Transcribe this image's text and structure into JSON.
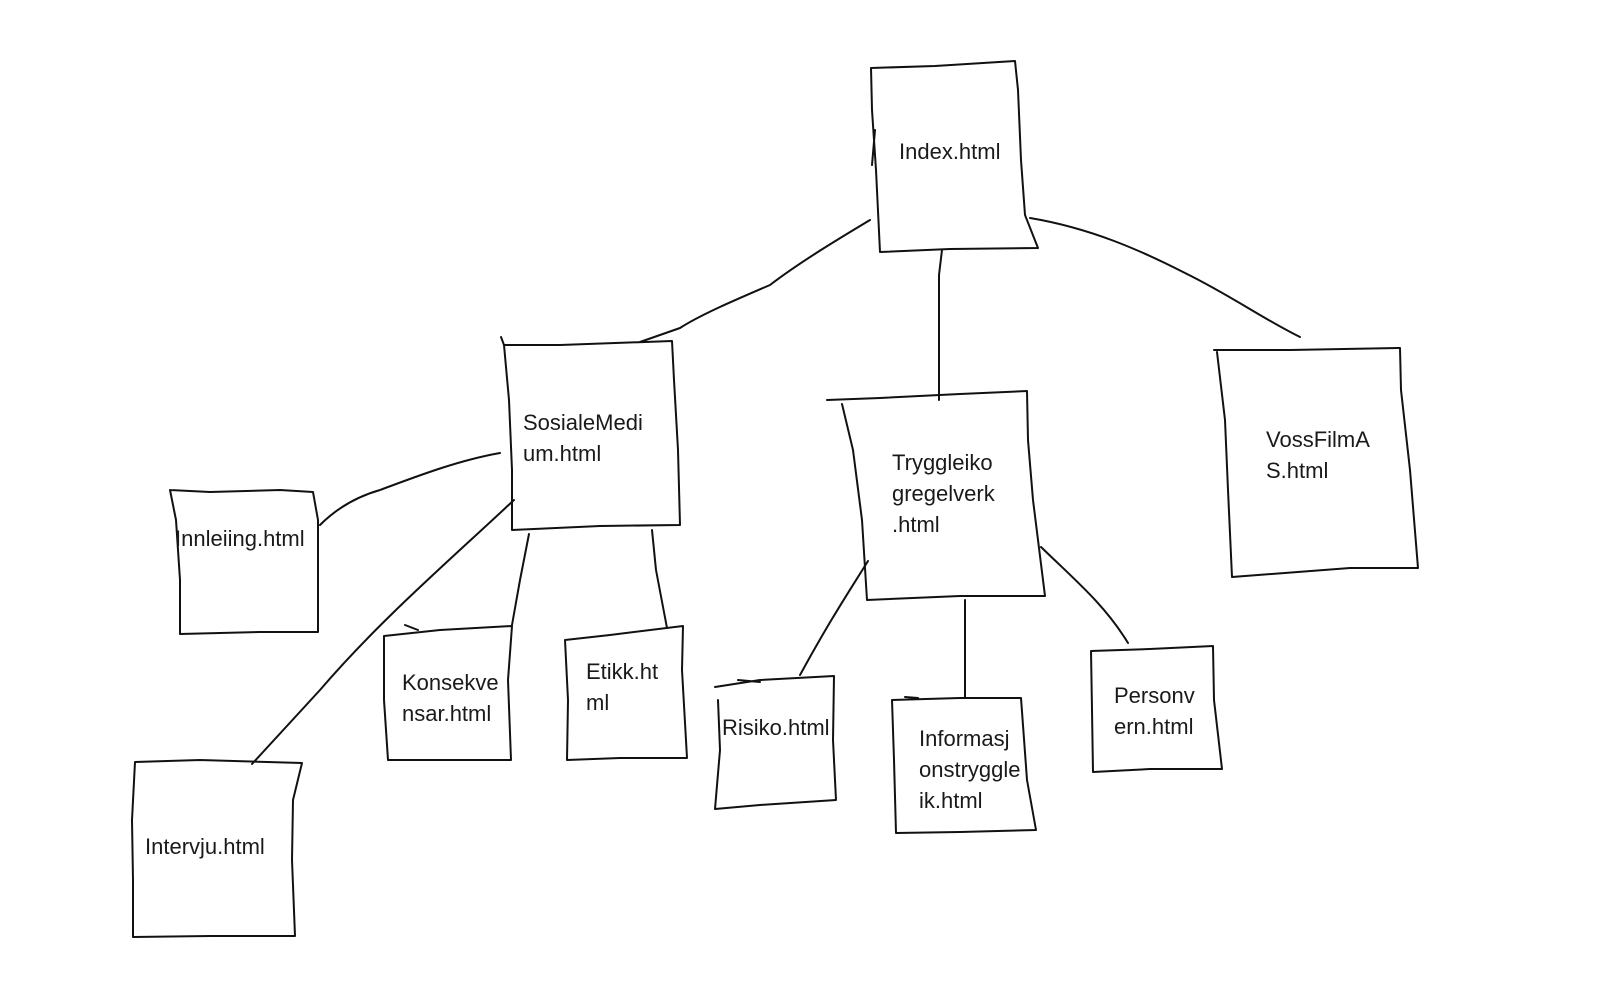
{
  "diagram": {
    "nodes": [
      {
        "id": "index",
        "label": "Index.html"
      },
      {
        "id": "sosiale",
        "label": "SosialeMedi\num.html"
      },
      {
        "id": "trygg",
        "label": "Tryggleiko\ngregelverk\n.html"
      },
      {
        "id": "voss",
        "label": "VossFilmA\nS.html"
      },
      {
        "id": "innleiing",
        "label": "Innleiing.html"
      },
      {
        "id": "intervju",
        "label": "Intervju.html"
      },
      {
        "id": "konsekvensar",
        "label": "Konsekve\nnsar.html"
      },
      {
        "id": "etikk",
        "label": "Etikk.ht\nml"
      },
      {
        "id": "risiko",
        "label": "Risiko.html"
      },
      {
        "id": "informasjon",
        "label": "Informasj\nonstryggle\nik.html"
      },
      {
        "id": "personvern",
        "label": "Personv\nern.html"
      }
    ],
    "edges": [
      {
        "from": "index",
        "to": "sosiale"
      },
      {
        "from": "index",
        "to": "trygg"
      },
      {
        "from": "index",
        "to": "voss"
      },
      {
        "from": "sosiale",
        "to": "innleiing"
      },
      {
        "from": "sosiale",
        "to": "intervju"
      },
      {
        "from": "sosiale",
        "to": "konsekvensar"
      },
      {
        "from": "sosiale",
        "to": "etikk"
      },
      {
        "from": "trygg",
        "to": "risiko"
      },
      {
        "from": "trygg",
        "to": "informasjon"
      },
      {
        "from": "trygg",
        "to": "personvern"
      }
    ],
    "stroke_color": "#111111",
    "text_color": "#1a1a1a",
    "background": "#ffffff"
  }
}
